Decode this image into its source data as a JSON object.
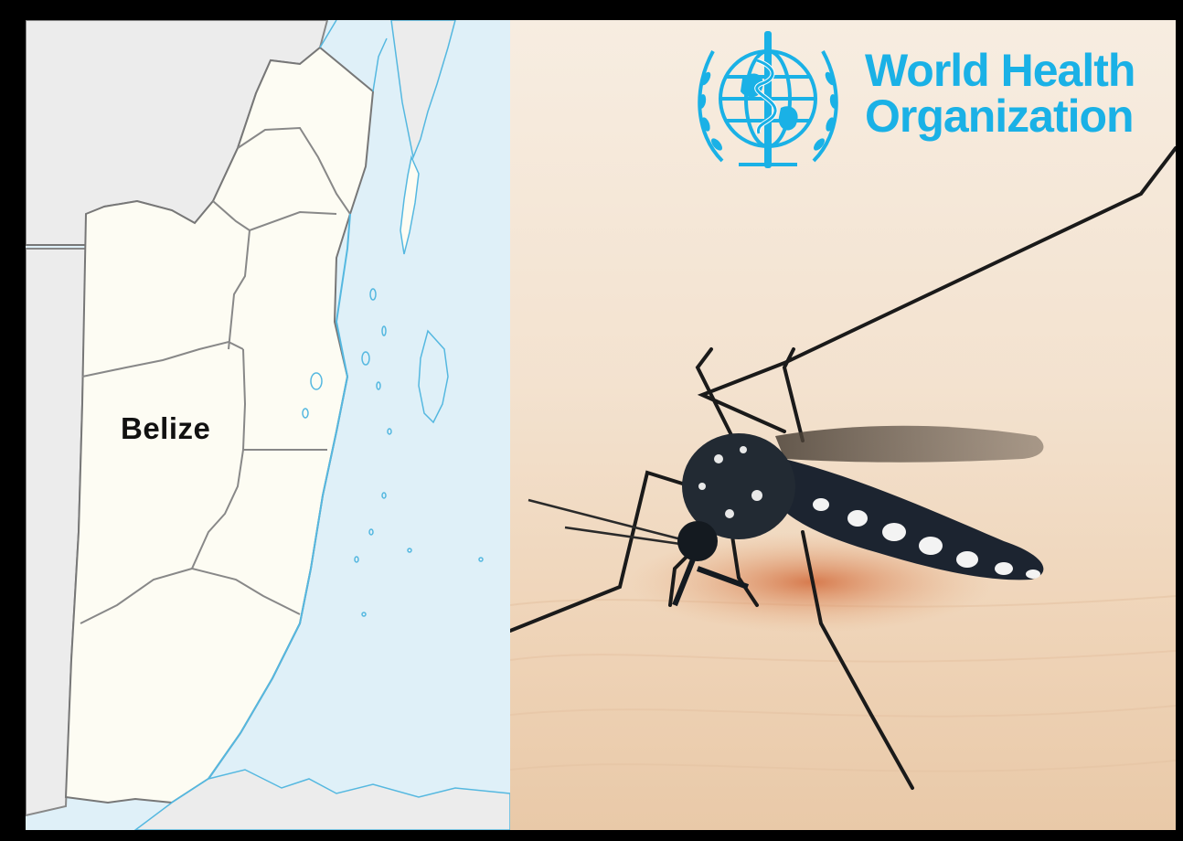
{
  "map": {
    "country_label": "Belize"
  },
  "logo": {
    "line1": "World Health",
    "line2": "Organization",
    "brand_color": "#1ab1e6"
  },
  "photo": {
    "subject": "mosquito-on-skin"
  },
  "colors": {
    "sea": "#dff0f8",
    "land": "#fdfcf3",
    "neighbor_land": "#ececec",
    "border": "#777777",
    "coast": "#55b8e0"
  }
}
